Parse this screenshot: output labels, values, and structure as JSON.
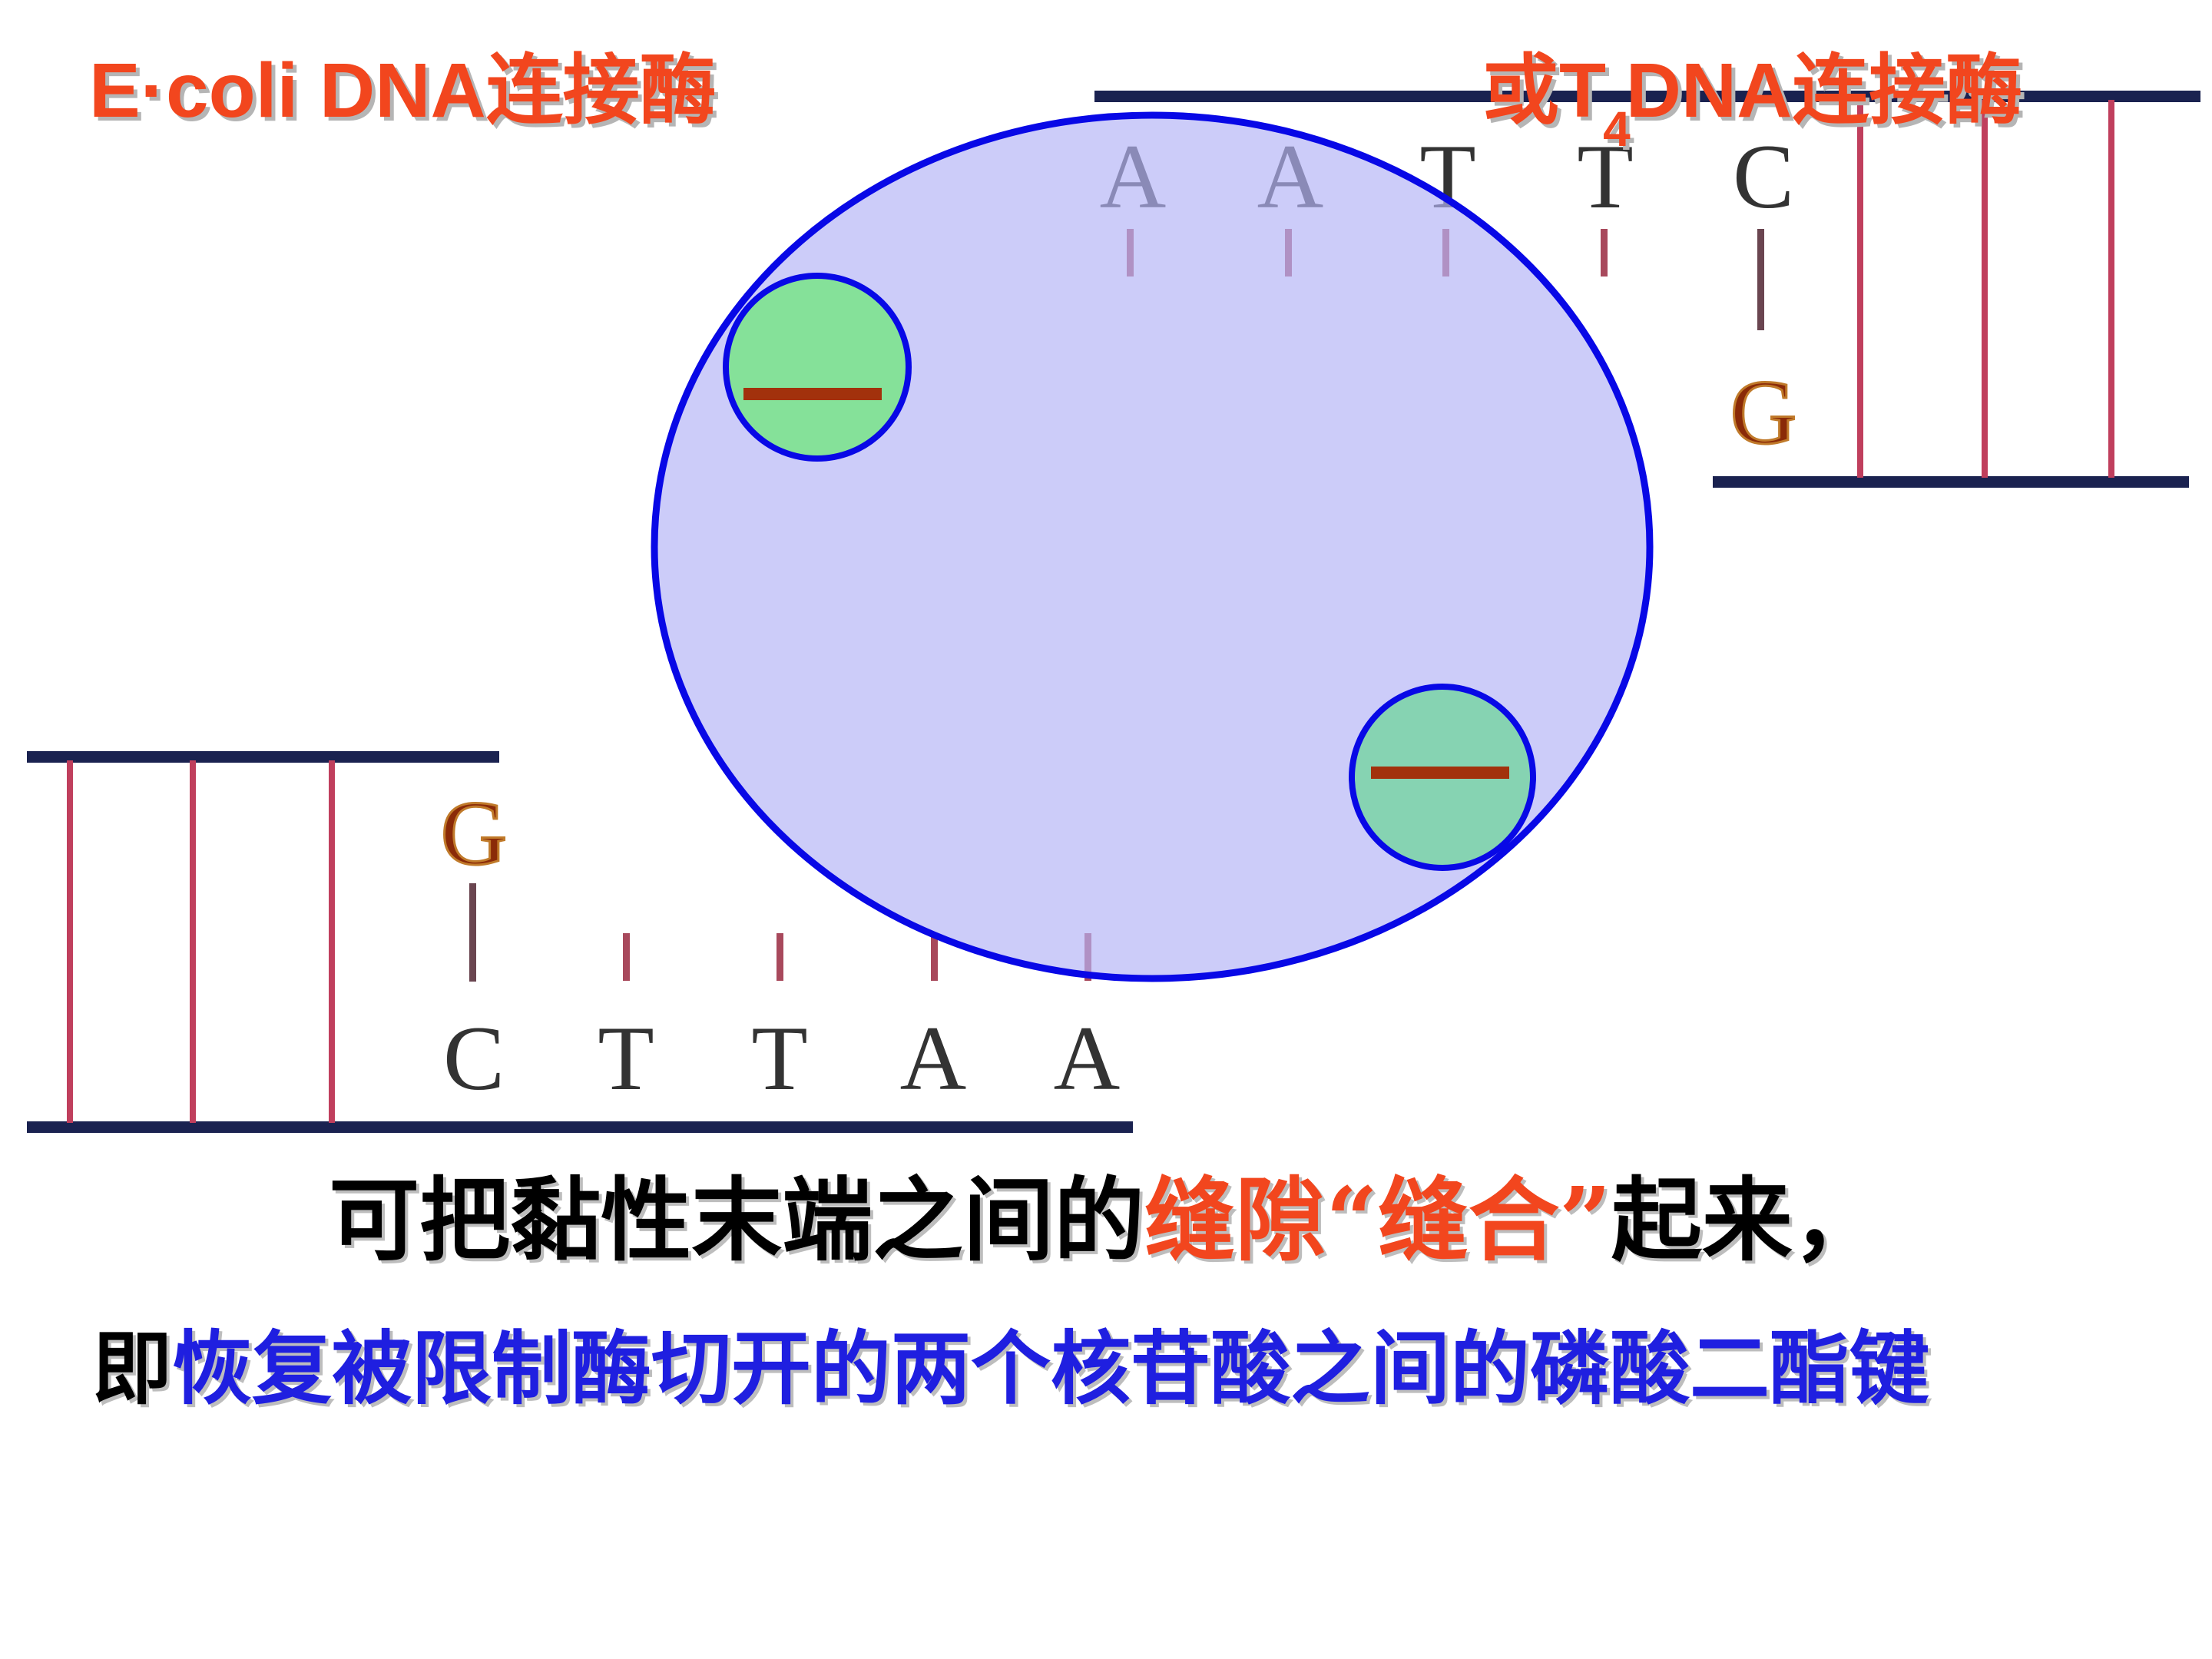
{
  "title_left": "E·coli DNA连接酶",
  "title_right": {
    "prefix": "或T",
    "subscript": "4",
    "suffix": "DNA连接酶"
  },
  "top_strand": {
    "single_bases": [
      "A",
      "A",
      "T",
      "T"
    ],
    "pair_upper": "C",
    "pair_lower": "G"
  },
  "bottom_strand": {
    "pair_upper": "G",
    "pair_lower": "C",
    "single_bases": [
      "T",
      "T",
      "A",
      "A"
    ]
  },
  "enzyme_site_symbol": "—",
  "caption_line1": {
    "part1": "可把黏性末端之间的",
    "part2": "缝隙“缝合”",
    "part3": "起来，"
  },
  "caption_line2": {
    "part1": "即",
    "part2": "恢复被限制酶切开的两个核苷酸之间的磷酸二酯键"
  },
  "colors": {
    "title": "#f2461e",
    "highlight": "#f2461e",
    "blue_text": "#1f1fe0",
    "enzyme_fill": "#cbcbfa",
    "enzyme_border": "#0808e6",
    "site_fill_top": "#85e199",
    "site_fill_bottom": "#86d3b2",
    "site_mark": "#a2310c",
    "backbone": "#1a2250",
    "rung": "#c03f5d",
    "base": "#333333",
    "base_g": "#8a2a08"
  }
}
